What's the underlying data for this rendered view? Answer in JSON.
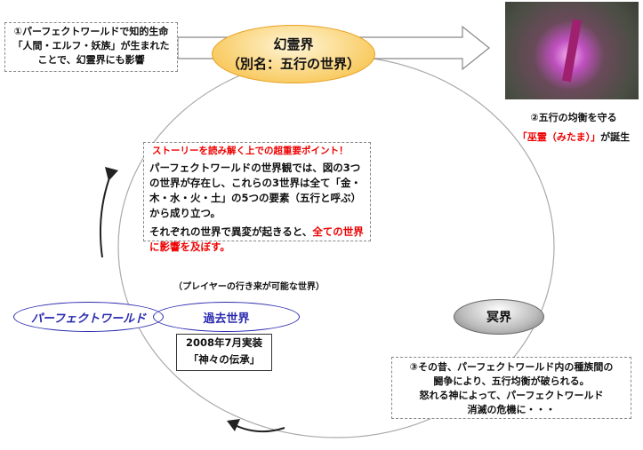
{
  "note1": {
    "lines": [
      "①パーフェクトワールドで知的生命",
      "「人間・エルフ・妖族」が生まれた",
      "ことで、幻霊界にも影響"
    ]
  },
  "top_world": {
    "title": "幻霊界",
    "subtitle": "（別名：五行の世界）"
  },
  "note2": {
    "line1": "②五行の均衡を守る",
    "line2_red": "「巫霊（みたま）」",
    "line2_rest": "が誕生"
  },
  "story": {
    "heading": "ストーリーを読み解く上での超重要ポイント！",
    "para1": "パーフェクトワールドの世界観では、図の3つの世界が存在し、これらの3世界は全て「金・木・水・火・土」の5つの要素（五行と呼ぶ）から成り立つ。",
    "para2_a": "それぞれの世界で異変が起きると、",
    "para2_red": "全ての世界に影響を及ぼす。"
  },
  "player_caption": "（プレイヤーの行き来が可能な世界）",
  "world_pw": "パーフェクトワールド",
  "world_past": "過去世界",
  "past_box": {
    "line1": "2008年7月実装",
    "line2": "「神々の伝承」"
  },
  "world_underworld": "冥界",
  "note3": {
    "lines": [
      "③その昔、パーフェクトワールド内の種族間の",
      "闘争により、五行均衡が破られる。",
      "怒れる神によって、パーフェクトワールド",
      "消滅の危機に・・・"
    ]
  },
  "colors": {
    "red": "#e00000",
    "blue": "#2a2ab0",
    "orange": "#f7b733"
  }
}
